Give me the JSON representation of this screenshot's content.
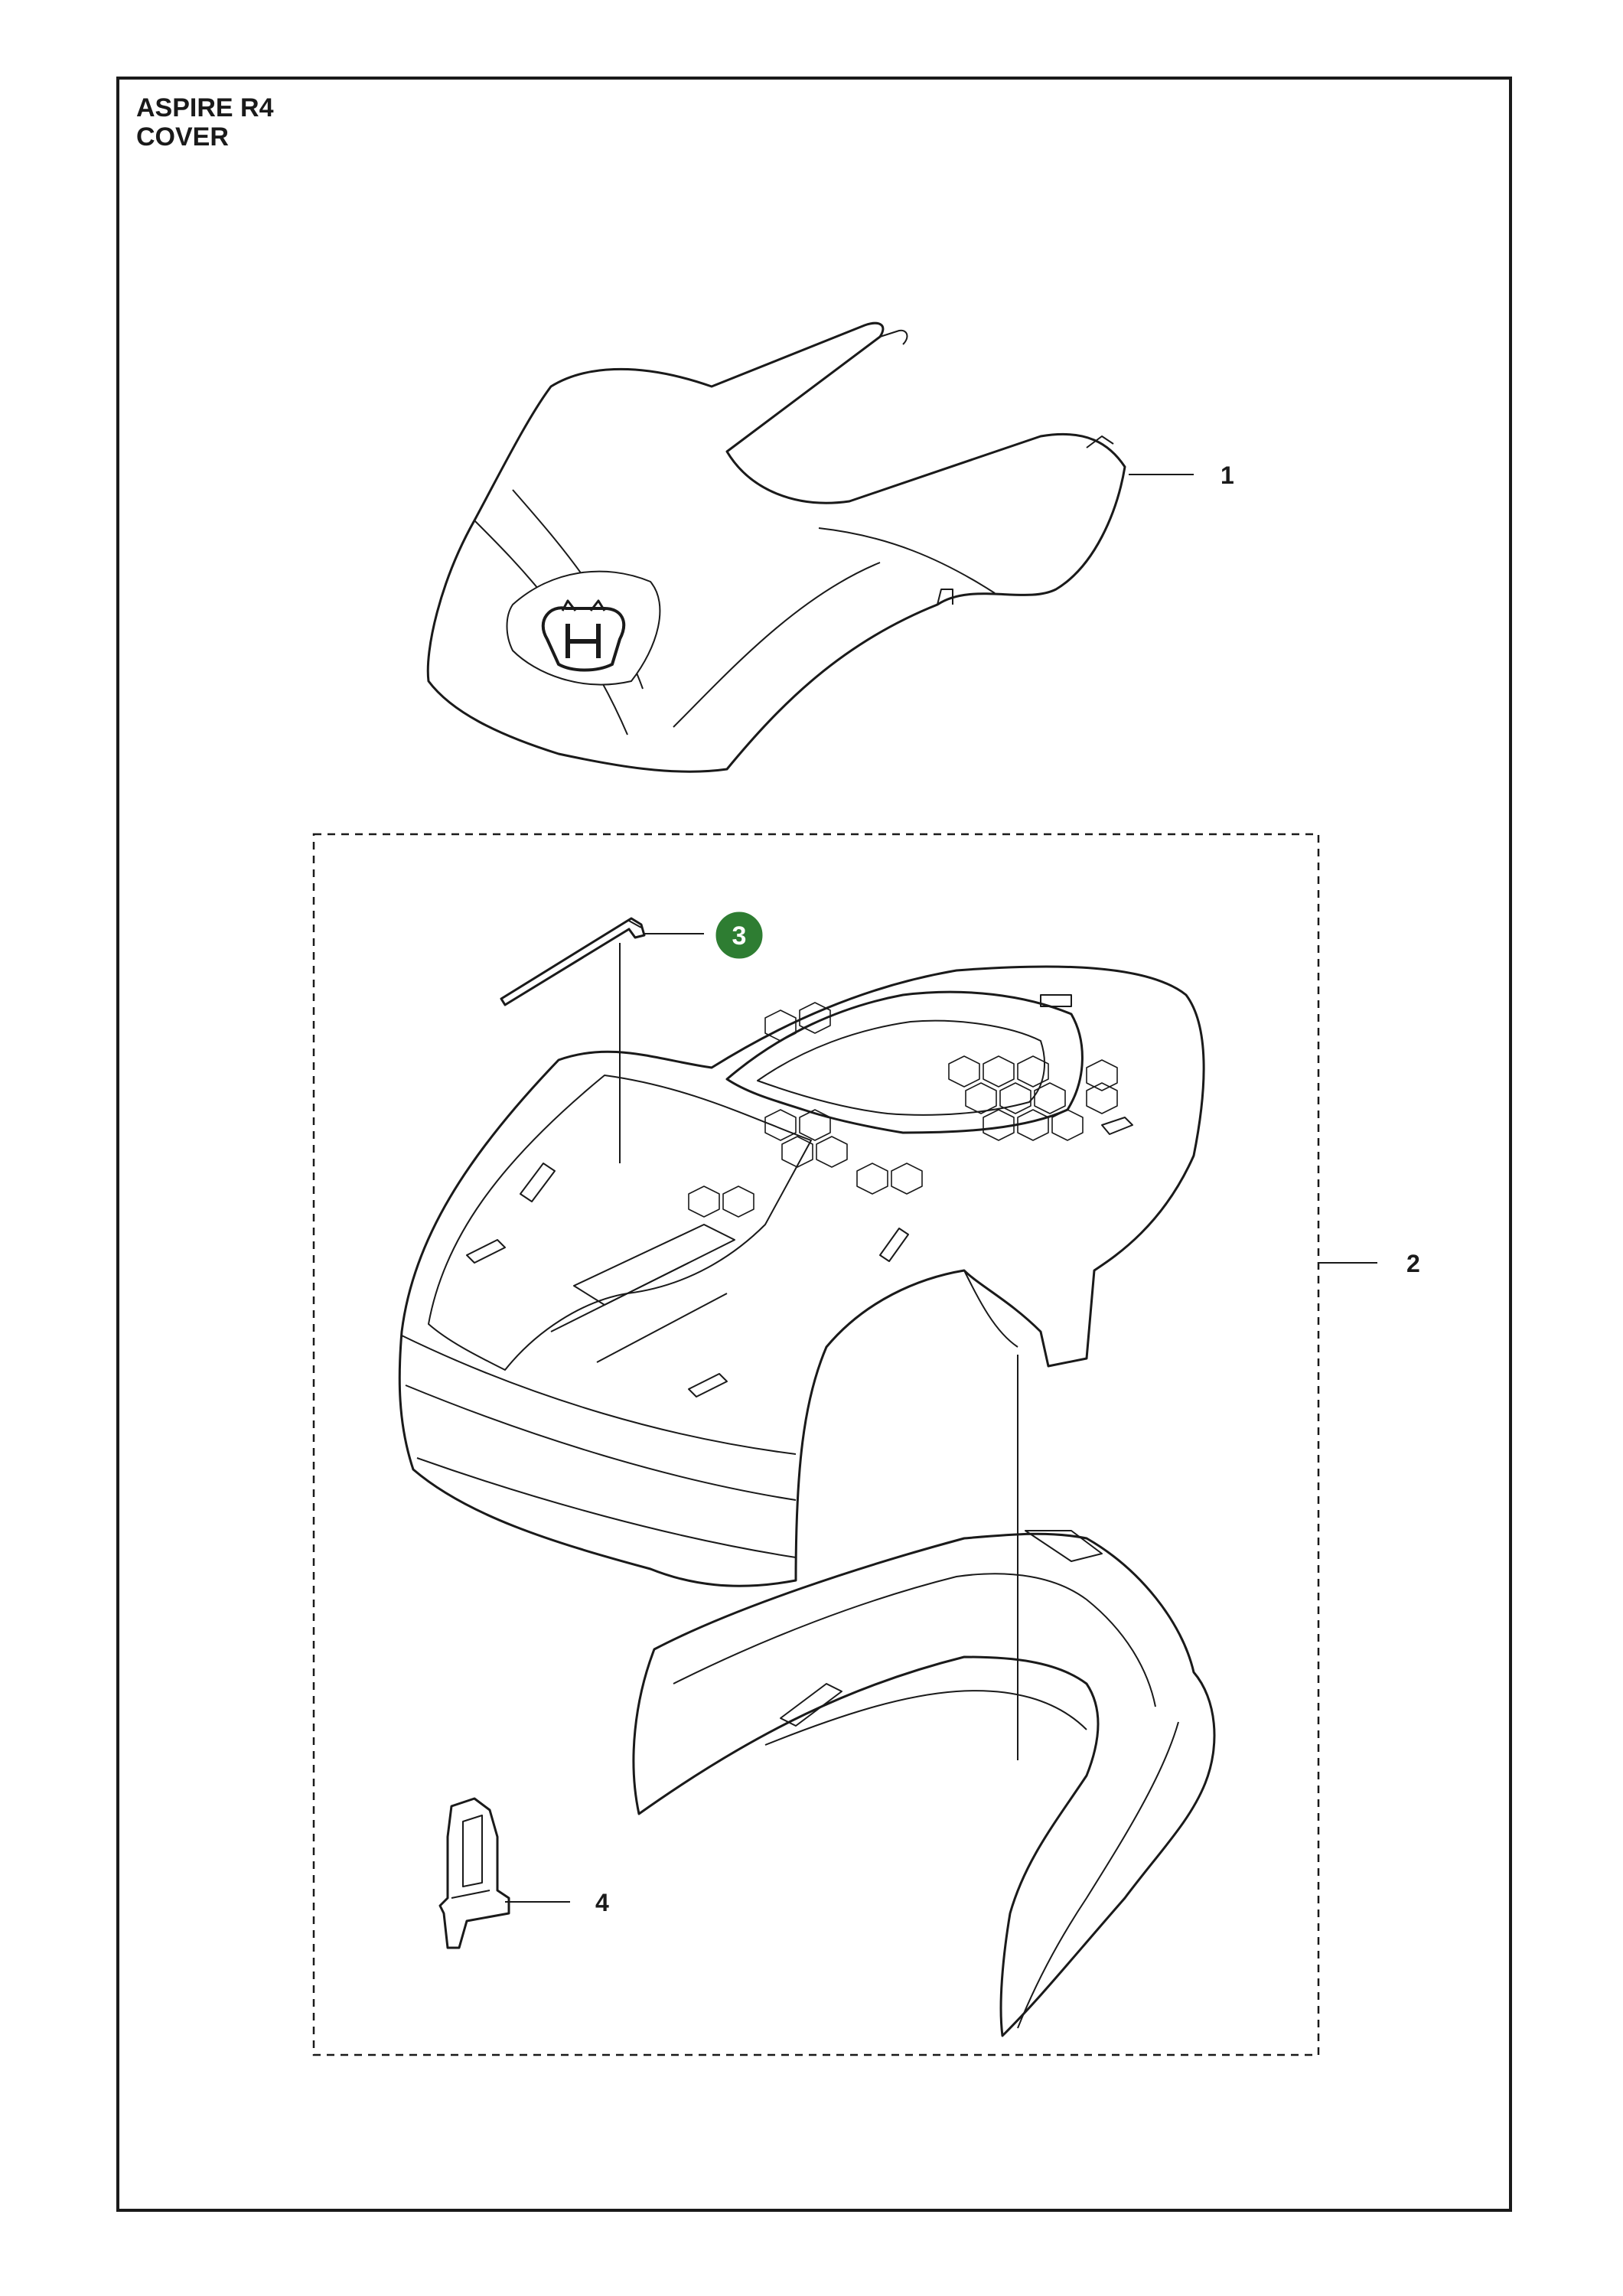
{
  "title": {
    "line1": "ASPIRE R4",
    "line2": "COVER"
  },
  "callouts": [
    {
      "id": "1",
      "label": "1"
    },
    {
      "id": "2",
      "label": "2"
    },
    {
      "id": "3",
      "label": "3",
      "highlighted": true
    },
    {
      "id": "4",
      "label": "4"
    }
  ],
  "colors": {
    "line": "#1a1a1a",
    "badge": "#2e7d32",
    "background": "#ffffff"
  }
}
